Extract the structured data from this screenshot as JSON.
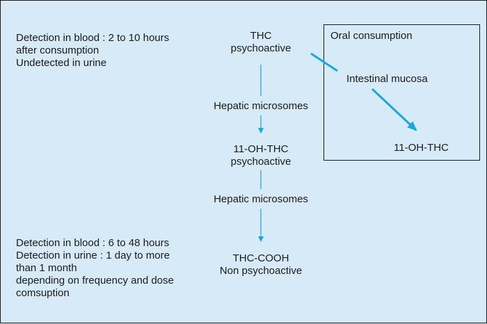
{
  "left_notes": {
    "top": [
      "Detection in blood : 2 to 10 hours",
      "after consumption",
      "Undetected in urine"
    ],
    "bottom": [
      "Detection in blood : 6 to 48 hours",
      "Detection in urine : 1 day to more",
      "than 1 month",
      "depending on frequency and dose",
      "comsuption"
    ]
  },
  "pathway": {
    "thc": [
      "THC",
      "psychoactive"
    ],
    "step1": "Hepatic microsomes",
    "oh_thc": [
      "11-OH-THC",
      "psychoactive"
    ],
    "step2": "Hepatic microsomes",
    "thc_cooh": [
      "THC-COOH",
      "Non psychoactive"
    ]
  },
  "oral_box": {
    "title": "Oral consumption",
    "mucosa": "Intestinal mucosa",
    "product": "11-OH-THC"
  },
  "colors": {
    "arrow": "#1aa7dd",
    "background": "#d6ebf7",
    "text": "#1a1a1a"
  }
}
